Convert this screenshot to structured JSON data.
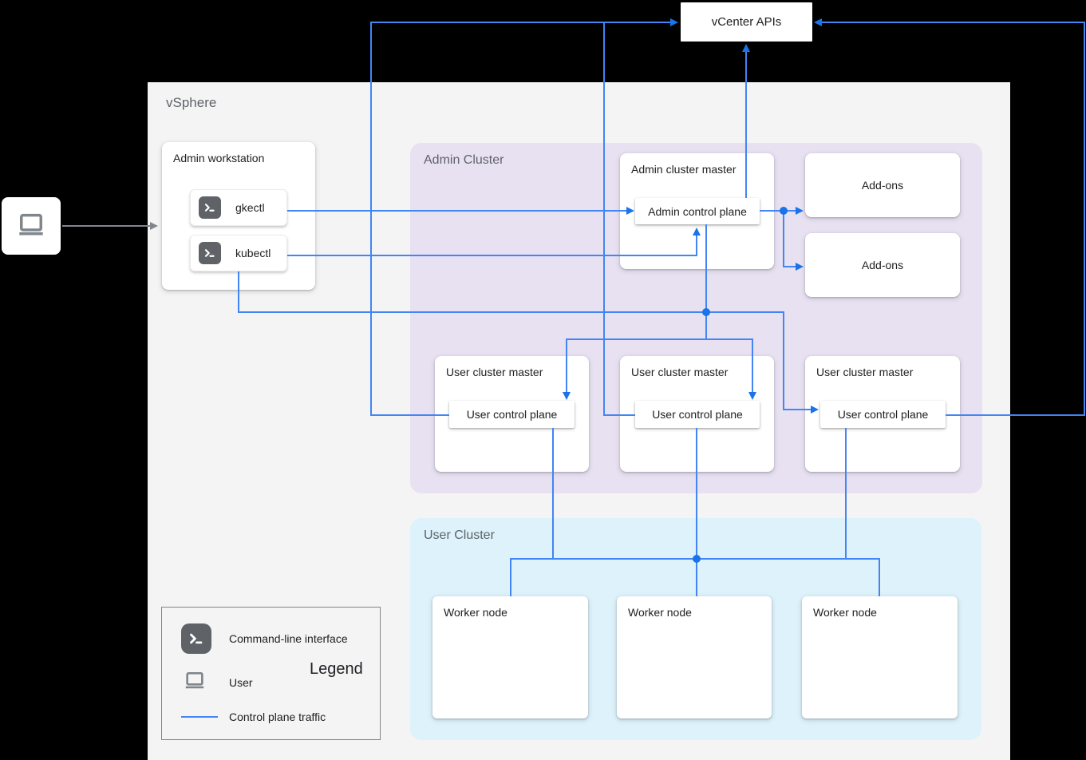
{
  "colors": {
    "background": "#000000",
    "vsphere_fill": "#f4f4f5",
    "admin_cluster_fill": "#e8e1f2",
    "user_cluster_fill": "#ddf2fb",
    "card_fill": "#ffffff",
    "line_blue": "#4285f4",
    "arrow_dot_blue": "#1a73e8",
    "gray_arrow": "#80868b",
    "label_gray": "#5f6368",
    "text_dark": "#202124",
    "terminal_icon_bg": "#5f6368"
  },
  "vcenter": {
    "label": "vCenter APIs"
  },
  "user_icon_name": "laptop-icon",
  "vsphere": {
    "label": "vSphere",
    "admin_workstation": {
      "title": "Admin workstation",
      "tools": [
        {
          "label": "gkectl"
        },
        {
          "label": "kubectl"
        }
      ]
    },
    "admin_cluster": {
      "label": "Admin Cluster",
      "admin_cluster_master": {
        "title": "Admin cluster master",
        "control_plane": "Admin control plane"
      },
      "addons": [
        {
          "label": "Add-ons"
        },
        {
          "label": "Add-ons"
        }
      ],
      "user_cluster_masters": [
        {
          "title": "User cluster master",
          "control_plane": "User control plane"
        },
        {
          "title": "User cluster master",
          "control_plane": "User control plane"
        },
        {
          "title": "User cluster master",
          "control_plane": "User control plane"
        }
      ]
    },
    "user_cluster": {
      "label": "User Cluster",
      "worker_nodes": [
        {
          "title": "Worker node"
        },
        {
          "title": "Worker node"
        },
        {
          "title": "Worker node"
        }
      ]
    }
  },
  "legend": {
    "title": "Legend",
    "items": [
      {
        "icon": "terminal-icon",
        "label": "Command-line interface"
      },
      {
        "icon": "laptop-icon",
        "label": "User"
      },
      {
        "icon": "control-plane-line",
        "label": "Control plane traffic"
      }
    ]
  }
}
